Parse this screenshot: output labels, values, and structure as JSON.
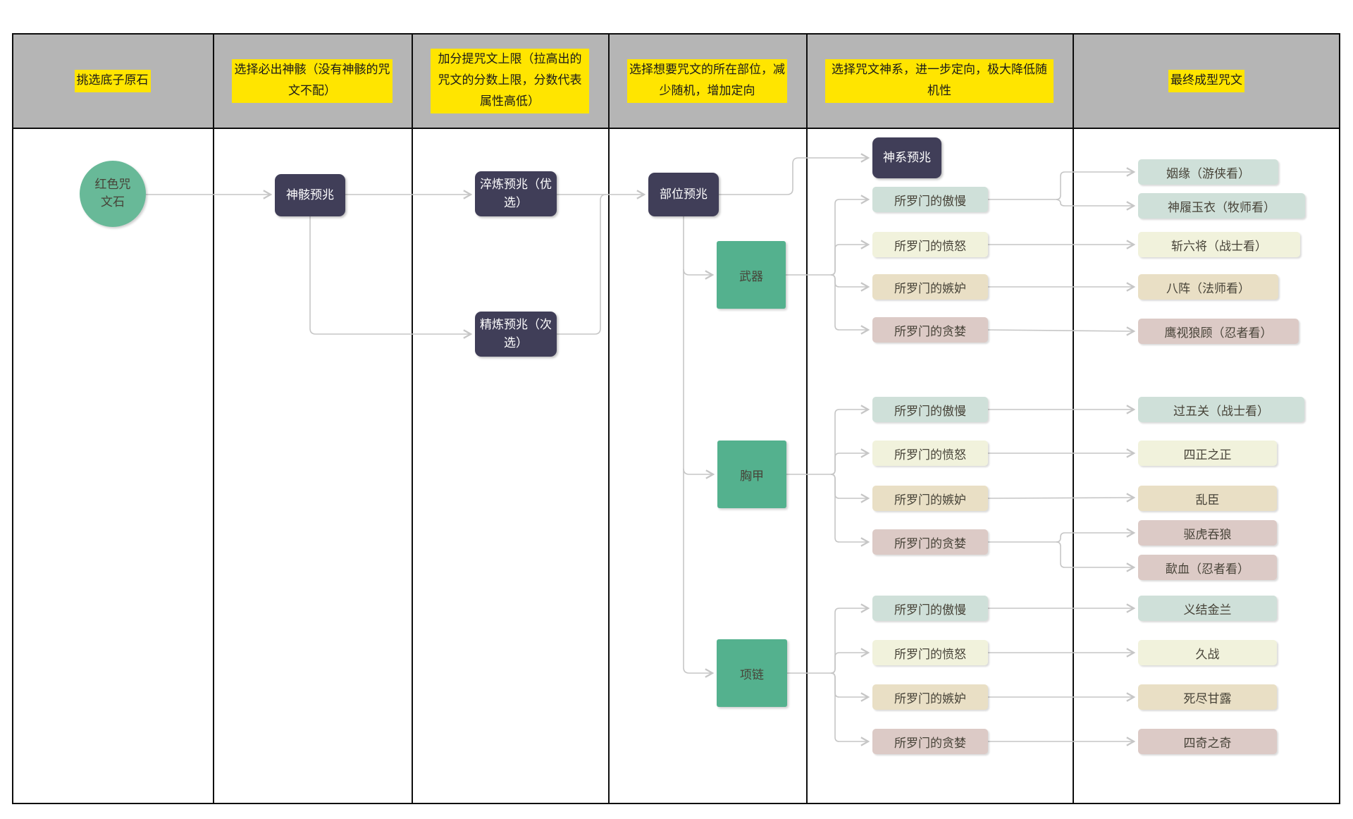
{
  "headers": [
    "挑选底子原石",
    "选择必出神骸（没有神骸的咒文不配）",
    "加分提咒文上限（拉高出的咒文的分数上限，分数代表属性高低）",
    "选择想要咒文的所在部位，减少随机，增加定向",
    "选择咒文神系，进一步定向，极大降低随机性",
    "最终成型咒文"
  ],
  "source": {
    "label": "红色咒文石"
  },
  "omens": {
    "godframe": "神骸预兆",
    "quench": "淬炼预兆（优选）",
    "refine": "精炼预兆（次选）",
    "slot": "部位预兆",
    "pantheon": "神系预兆"
  },
  "groups": [
    {
      "part": "武器",
      "pantheons": [
        "所罗门的傲慢",
        "所罗门的愤怒",
        "所罗门的嫉妒",
        "所罗门的贪婪"
      ],
      "results": [
        "姻缘（游侠看）",
        "神履玉衣（牧师看）",
        "斩六将（战士看）",
        "八阵（法师看）",
        "鹰视狼顾（忍者看）"
      ]
    },
    {
      "part": "胸甲",
      "pantheons": [
        "所罗门的傲慢",
        "所罗门的愤怒",
        "所罗门的嫉妒",
        "所罗门的贪婪"
      ],
      "results": [
        "过五关（战士看）",
        "四正之正",
        "乱臣",
        "驱虎吞狼",
        "歃血（忍者看）"
      ]
    },
    {
      "part": "项链",
      "pantheons": [
        "所罗门的傲慢",
        "所罗门的愤怒",
        "所罗门的嫉妒",
        "所罗门的贪婪"
      ],
      "results": [
        "义结金兰",
        "久战",
        "死尽甘露",
        "四奇之奇"
      ]
    }
  ],
  "colors": {
    "headerbg": "#b5b5b5",
    "highlight": "#ffe500",
    "navy": "#403e58",
    "navytext": "#ffffff",
    "green": "#54b18e",
    "greenlight": "#68b998",
    "teal": "#cfe0d9",
    "cream": "#f1f2dc",
    "tan": "#e9dfc5",
    "mauve": "#dccac6",
    "edge": "#c6c6c6",
    "gridline": "#0d0d0d",
    "textdark": "#474338"
  }
}
